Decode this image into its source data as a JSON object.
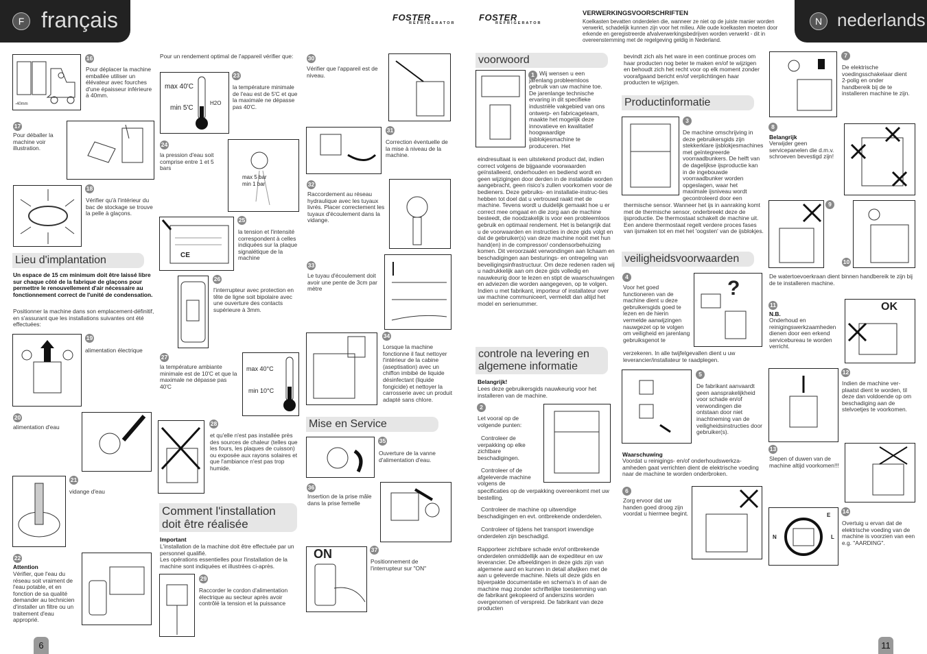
{
  "left_page": {
    "tab_letter": "F",
    "tab_title": "français",
    "page_number": "6",
    "brand": "FOSTER",
    "brand_sub": "REFRIGERATOR",
    "items": {
      "16": "Pour déplacer la machine emballée utiliser un élévateur avec fourches d'une épaisseur inférieure à 40mm.",
      "17": "Pour déballer la machine voir illustration.",
      "18": "Vérifier qu'à l'intérieur du bac de stockage se trouve la pelle à glaçons.",
      "19": "alimentation électrique",
      "20": "alimentation d'eau",
      "21": "vidange d'eau",
      "22_title": "Attention",
      "22": "Vérifier, que l'eau du réseau soit vraiment de l'eau potable, et en fonction de sa qualité demander au technicien d'installer un filtre ou un traitement d'eau approprié.",
      "intro_23": "Pour un rendement optimal de l'appareil vérifier que:",
      "23": "la température minimale de l'eau est de 5'C et que la maximale ne dépasse pas 40'C.",
      "24": "la pression d'eau soit comprise entre 1 et 5 bars",
      "25": "la tension et l'intensité correspondent à celles indiquées sur la plaque signalétique de la machine",
      "26": "l'interrupteur avec protection en tête de ligne soit bipolaire avec une ouverture des contacts supérieure à 3mm.",
      "27": "la température ambiante minimale est de 10'C et que la maximale ne dépasse pas 40'C",
      "28": "et qu'elle n'est pas installée près des sources de chaleur (telles que les fours, les plaques de cuisson) ou exposée aux rayons solaires et que l'ambiance n'est pas trop humide.",
      "29": "Raccorder le cordon d'alimentation électrique au secteur après avoir contrôlé la tension et la puissance",
      "30": "Vérifier que l'appareil est de niveau.",
      "31": "Correction éventuelle de la mise à niveau de la machine.",
      "32": "Raccordement au réseau hydraulique avec les tuyaux livrés. Placer correctement les tuyaux d'écoulement dans la vidange.",
      "33": "Le tuyau d'écoulement doit avoir une pente de 3cm par mètre",
      "34": "Lorsque la machine fonctionne il faut nettoyer l'intérieur de la cabine (aseptisation) avec un chiffon imbibé de liquide désinfectant (liquide fongicide) et nettoyer la carrosserie avec un produit adapté sans chlore.",
      "35": "Ouverture de la vanne d'alimentation d'eau.",
      "36": "Insertion de la prise mâle dans la prise femelle",
      "37": "Positionnement de l'interrupteur sur \"ON\""
    },
    "sections": {
      "lieu_title": "Lieu d'implantation",
      "lieu_bold": "Un espace de 15 cm minimum doit être laissé libre sur chaque côté de la fabrique de glaçons pour permettre le renouvellement d'air nécessaire au fonctionnement correct de l'unité de condensation.",
      "lieu_text": "Positionner la machine dans son emplacement-définitif, en s'assurant que les installations suivantes ont été effectuées:",
      "comment_title": "Comment l'installation doit être réalisée",
      "comment_important": "Important",
      "comment_text1": "L'installation de la machine doit être effectuée par un personnel qualifié.",
      "comment_text2": "Les opérations essentielles pour l'installation de la machine sont indiquées et illustrées ci-après.",
      "mise_title": "Mise en Service"
    },
    "figure_labels": {
      "f16_dim": "-40mm",
      "f23_max": "max 40'C",
      "f23_min": "min 5'C",
      "f23_h2o": "H2O",
      "f24_max": "max 5 bar",
      "f24_min": "min 1 bar",
      "f25_ce": "CE",
      "f27_max": "max 40°C",
      "f27_min": "min 10°C",
      "f37_on": "ON"
    }
  },
  "right_page": {
    "tab_letter": "N",
    "tab_title": "nederlands",
    "page_number": "11",
    "brand": "FOSTER",
    "brand_sub": "REFRIGERATOR",
    "disposal_title": "VERWERKINGSVOORSCHRIFTEN",
    "disposal_text": "Koelkasten bevatten onderdelen die, wanneer ze niet op de juiste manier worden verwerkt, schadelijk kunnen zijn voor het milieu. Alle oude koelkasten moeten door erkende en geregistreerde afvalverwerkingsbedrijven worden verwerkt - dit in overeenstemming met de regelgeving geldig in Nederland.",
    "voorwoord_title": "voorwoord",
    "item1": "Wij wensen u een jarenlang probleemloos gebruik van uw machine toe. De jarenlange technische ervaring in dit specifieke industriële vakgebied van ons ontwerp- en fabricageteam, maakte het mogelijk deze innovatieve en kwalitatief hoogwaardige ijsblokjesmachine te produceren. Het",
    "voorwoord_text": "eindresultaat is een uitstekend product dat, indien correct volgens de bijgaande voorwaarden geïnstalleerd, onderhouden en bediend wordt en geen wijzigingen door derden in de installatie worden aangebracht, geen risico's zullen voorkomen voor de bedieners. Deze gebruiks- en installatie-instruc-ties hebben tot doel dat u vertrouwd raakt met de machine. Tevens wordt u duidelijk gemaakt hoe u er correct mee omgaat en die zorg aan de machine besteedt, die noodzakelijk is voor een probleemloos gebruik en optimaal rendement. Het is belangrijk dat u de voorwaarden en instructies in deze gids volgt en dat de gebruiker(s) van deze machine nooit met hun hand(en) in de compressor/ condensorbehuizing komen. Dit veroorzaakt verwondingen aan lichaam en beschadigingen aan besturings- en ontregeling van beveiligingsinfrastructuur. Om deze redenen raden wij u nadrukkelijk aan om deze gids volledig en nauwkeurig door te lezen en stipt de waarschuwingen en adviezen die worden aangegeven, op te volgen. Indien u met fabrikant, importeur of installateur over uw machine communiceert, vermeldt dan altijd het model en serienummer.",
    "controle_title": "controle na levering en algemene informatie",
    "belangrijk": "Belangrijk!",
    "belangrijk_text": "Lees deze gebruikersgids nauwkeurig voor het installeren van de machine.",
    "item2": "Let vooral op de volgende punten:",
    "item2_a": "Controleer de verpakking op elke zichtbare beschadigingen.",
    "item2_b": "Controleer of de afgeleverde machine volgens de",
    "item2_b2": "specificaties op de verpakking overeenkomt met uw bestelling.",
    "item2_c": "Controleer de machine op uitwendige beschadigingen en evt. ontbrekende onderdelen.",
    "item2_d": "Controleer of tijdens het transport inwendige onderdelen zijn beschadigd.",
    "item2_rest": "Rapporteer zichtbare schade en/of ontbrekende onderdelen onmiddellijk aan de expediteur en uw leverancier. De afbeeldingen in deze gids zijn van algemene aard en kunnen in detail afwijken met de aan u geleverde machine. Niets uit deze gids en bijverpakte documentatie en schema's in of aan de machine mag zonder schriftelijke toestemming van de fabrikant gekopieerd of anderszins worden overgenomen of verspreid. De fabrikant van deze producten",
    "col3_top": "bevindt zich als het ware in een continue proces om haar producten nog beter te maken en/of te wijzigen en behoudt zich het recht voor op elk moment zonder voorafgaand bericht en/of verplichtingen haar producten te wijzigen.",
    "productinfo_title": "Productinformatie",
    "item3": "De machine omschrijving in deze gebruikersgids zijn stekkerklare ijsblokjesmachines met geïntegreerde voorraadbunkers. De helft van de dagelijkse ijsproductie kan in de ingebouwde voorraadbunker worden opgeslagen, waar het maximale ijsniveau wordt gecontroleerd door een",
    "item3_cont": "thermische sensor. Wanneer het ijs in aanraking komt met de thermische sensor, onderbreekt deze de ijsproductie. De thermostaat schakelt de machine uit. Een andere thermostaat regelt verdere proces fases van ijsmaken tot en met het 'oogsten' van de ijsblokjes.",
    "veiligheid_title": "veiligheidsvoorwaarden",
    "item4": "Voor het goed functioneren van de machine dient u deze gebruikersgids goed te lezen en de hierin vermelde aanwijzingen nauwgezet op te volgen om veiligheid en jarenlang gebruiksgenot te",
    "item4_cont": "verzekeren. In alle twijfelgevallen dient u uw leverancier/installateur te raadplegen.",
    "item5": "De fabrikant aanvaardt geen aansprakelijkheid voor schade en/of verwondingen die ontstaan door niet inachtneming van de veiligheidsinstructies door gebruiker(s).",
    "waarschuwing": "Waarschuwing",
    "waarschuwing_text": "Voordat u reinigings- en/of onderhoudswerkza-amheden gaat verrichten dient de elektrische voeding naar de machine te worden onderbroken.",
    "item6": "Zorg ervoor dat uw handen goed droog zijn voordat u hiermee begint.",
    "item7": "De elektrische voedingsschakelaar dient 2-polig en onder handbereik bij de te installeren machine te zijn.",
    "item8_title": "Belangrijk",
    "item8": "Verwijder geen servicepanelen die d.m.v. schroeven bevestigd zijn!",
    "item9_10": "De watertoevoerkraan dient binnen handbereik te zijn bij de te installeren machine.",
    "item11_title": "N.B.",
    "item11": "Onderhoud en reinigingswerkzaamheden dienen door een erkend servicebureau te worden verricht.",
    "item12": "Indien de machine ver-plaatst dient te worden, til deze dan voldoende op om beschadiging aan de stelvoetjes te voorkomen.",
    "item13": "Slepen of duwen van de machine altijd voorkomen!!!",
    "item14": "Overtuig u ervan dat de elektrische voeding van de machine is voorzien van een e.g. \"AARDING\".",
    "fig11_ok": "OK",
    "fig14_e": "E",
    "fig14_n": "N",
    "fig14_l": "L",
    "fig4_q": "?"
  }
}
